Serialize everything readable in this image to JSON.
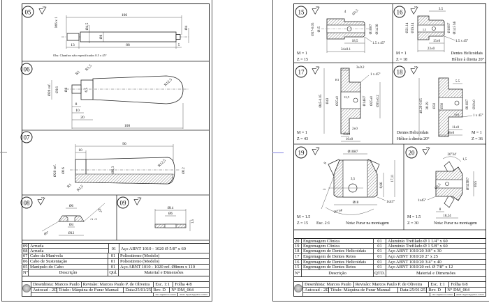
{
  "left_page": {
    "parts": {
      "p05": {
        "number": "05",
        "finish": "N8",
        "dims": [
          "106",
          "M6 x 1",
          "Ø4,5",
          "Ø8",
          "Ø4",
          "13",
          "88",
          "5"
        ],
        "note": "Obs: Chanfros não especificados 0.5 x 45°"
      },
      "p06": {
        "number": "06",
        "dims": [
          "R1",
          "R1,5",
          "R12,5",
          "Ø20 ref.",
          "Ø16",
          "Ø8",
          "6,5",
          "8",
          "10",
          "20",
          "100"
        ]
      },
      "p07": {
        "number": "07",
        "dims": [
          "90",
          "10",
          "Ø20 ref.",
          "Ø16",
          "Ø6,3",
          "R12,5",
          "Ø12",
          "R1",
          "R1,5"
        ]
      },
      "p08": {
        "number": "08",
        "finish": "N8",
        "dims": [
          "Ø6",
          "Ø4",
          "Ø12",
          "45°",
          "60°",
          "2",
          "3"
        ]
      },
      "p09": {
        "number": "09",
        "finish": "N8",
        "dims": [
          "Ø14",
          "Ø6",
          "1,5"
        ]
      }
    },
    "table": {
      "rows": [
        {
          "n": "09",
          "desc": "Arruela",
          "qty": "01",
          "material": "Aço ABNT 1010 - 1020 Ø 5/8\" x 60"
        },
        {
          "n": "08",
          "desc": "Arruela"
        },
        {
          "n": "07",
          "desc": "Cabo da Manivela",
          "qty": "01",
          "material": "Poliestireno (Modelo)"
        },
        {
          "n": "06",
          "desc": "Cabo de Sustentação",
          "qty": "01",
          "material": "Poliestireno (Modelo)"
        },
        {
          "n": "05",
          "desc": "Manipulo do Cabo",
          "qty": "01",
          "material": "Aço ABNT 1010 - 1020 ref. Ø8mm x 110"
        }
      ],
      "headers": {
        "n": "N°",
        "desc": "Descrição",
        "qty": "Qtd.",
        "material": "Material e Dimensões"
      }
    },
    "title_block": {
      "drafter": "Desenhista: Marcos Paulo",
      "reviewer": "Revisão: Marcos Paulo P. de Oliveira",
      "scale": "Esc. 1:1",
      "sheet": "Folha 4/8",
      "software": "Autocad - 2D",
      "title": "Título: Máquina de Furar Manual",
      "date": "Data:25/01/25",
      "rev": "Rev. D",
      "number": "N° DM_064",
      "site": "site: engmarcos.com.br",
      "email": "email: mppdoli@yahoo.com.br"
    }
  },
  "right_page": {
    "parts": {
      "p15": {
        "number": "15",
        "finish": "N8",
        "dims": [
          "Ø17-0.05",
          "Ø15",
          "Ø10H7",
          "Ø14.36",
          "4",
          "Ø3,5",
          "18,5",
          "1.5 x 45°",
          "34±0.1"
        ],
        "module": "M = 1",
        "teeth": "Z = 15"
      },
      "p16": {
        "number": "16",
        "finish": "N8",
        "dims": [
          "3.5",
          "Ø21.14",
          "Ø19.14",
          "Ø10H7",
          "Ø14.5 h6",
          "1.5",
          "15±0",
          "1.5 x 45°",
          "23±0"
        ],
        "module": "M = 1",
        "teeth": "Z = 18",
        "note1": "Dentes Helicoidais",
        "note2": "Hélice à direita 20°"
      },
      "p17": {
        "number": "17",
        "finish": "N8",
        "dims": [
          "3±0.2",
          "1 x 45°",
          "R1",
          "Ø45-0.05",
          "Ø43",
          "Ø25±0",
          "12,5",
          "Ø14H7",
          "Ø25±0",
          "Ø35±0.2",
          "2±0",
          "15±0",
          "16±0"
        ],
        "module": "M = 1",
        "teeth": "Z = 43"
      },
      "p18": {
        "number": "18",
        "finish": "N8",
        "dims": [
          "5.5",
          "40.29-0.05",
          "38.29",
          "Ø32",
          "Ø30",
          "Ø10H7",
          "Ø19±0",
          "1 x 45°",
          "3±0",
          "11±0",
          "18±0"
        ],
        "module": "M = 1",
        "teeth": "Z = 36",
        "note1": "Dentes Helicoidais",
        "note2": "Hélice à direita 20°"
      },
      "p19": {
        "number": "19",
        "finish": "N8",
        "dims": [
          "Ø10H7",
          "8",
          "3,5",
          "3",
          "8,66",
          "17,11",
          "Ø18",
          "1x45°",
          "26°34'"
        ],
        "module": "M = 1.5",
        "teeth": "Z = 15",
        "scale": "Esc. 2:1",
        "note": "Nota: Furar na montagem"
      },
      "p20": {
        "number": "20",
        "finish": "N8",
        "dims": [
          "26°34'",
          "1,5",
          "Ø3,5",
          "Ø14.5H7",
          "Ø25",
          "1x45°",
          "8",
          "18,24"
        ],
        "module": "M = 1.5",
        "teeth": "Z = 30",
        "note": "Nota: Furar na montagem"
      }
    },
    "table": {
      "rows": [
        {
          "n": "20",
          "desc": "Engrenagem Cônica",
          "qty": "01",
          "material": "Aluminio Trefilado Ø 1 1/4\" x 60"
        },
        {
          "n": "19",
          "desc": "Engrenagem Cônica",
          "qty": "01",
          "material": "Aluminio Trefilado Ø 1 5/8\" x 60"
        },
        {
          "n": "18",
          "desc": "Engrenagem de Dentes Helicoidais",
          "qty": "01",
          "material": "Aço ABNT 1010/20  3/8\" x 30"
        },
        {
          "n": "17",
          "desc": "Engrenagem de Dentes Retos",
          "qty": "01",
          "material": "Aço ABNT 1010/20  2\" x 25"
        },
        {
          "n": "16",
          "desc": "Engrenagem de Dentes Helicoidais",
          "qty": "01",
          "material": "Aço ABNT 1010/20  3/4\" x 40"
        },
        {
          "n": "15",
          "desc": "Engrenagem de Dentes Retos",
          "qty": "01",
          "material": "Aço ABNT 1010/20  ref. Ø 7/8\" x 12"
        }
      ],
      "headers": {
        "n": "N°",
        "desc": "Descrição",
        "qty": "QTD.",
        "material": "Material e Dimensões"
      }
    },
    "title_block": {
      "drafter": "Desenhista: Marcos Paulo",
      "reviewer": "Revisão: Marcos Paulo P. de Oliveira",
      "scale": "Esc. 1:1",
      "sheet": "Folha 6/8",
      "software": "Autocad - 2D",
      "title": "Título: Máquina de Furar Manual",
      "date": "Data:25/01/25",
      "rev": "Rev. D",
      "number": "N° DM_064",
      "site": "site: engmarcos.com.br",
      "email": "email: mppdoli@yahoo.com.br"
    }
  },
  "colors": {
    "line": "#222222",
    "page_marker": "#8080e0"
  }
}
